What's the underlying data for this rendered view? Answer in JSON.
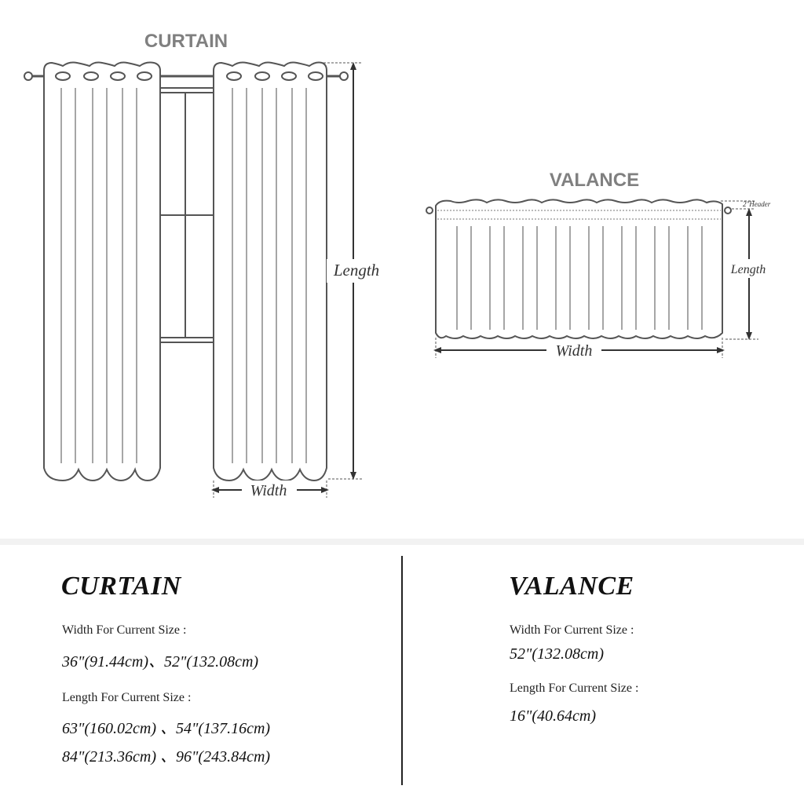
{
  "diagram": {
    "curtain_heading": "CURTAIN",
    "valance_heading": "VALANCE",
    "curtain_length_label": "Length",
    "curtain_width_label": "Width",
    "valance_length_label": "Length",
    "valance_width_label": "Width",
    "valance_header_label": "2\"Header",
    "heading_color": "#808080",
    "line_color": "#555555",
    "fabric_color": "#ffffff"
  },
  "specs": {
    "curtain": {
      "title": "CURTAIN",
      "width_label": "Width For Current Size :",
      "width_values": "36\"(91.44cm)、52\"(132.08cm)",
      "length_label": "Length For Current Size :",
      "length_values_line1": "63\"(160.02cm) 、54\"(137.16cm)",
      "length_values_line2": "84\"(213.36cm) 、96\"(243.84cm)"
    },
    "valance": {
      "title": "VALANCE",
      "width_label": "Width For Current Size :",
      "width_values": "52\"(132.08cm)",
      "length_label": "Length For Current Size :",
      "length_values": "16\"(40.64cm)"
    }
  }
}
